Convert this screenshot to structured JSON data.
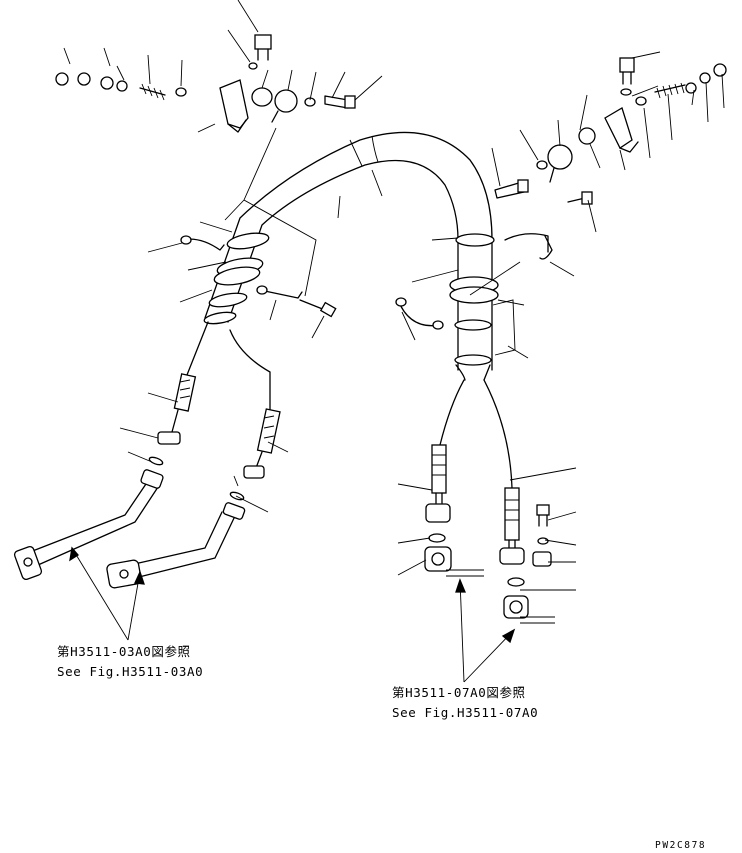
{
  "references": [
    {
      "jp": "第H3511-03A0図参照",
      "en": "See Fig.H3511-03A0"
    },
    {
      "jp": "第H3511-07A0図参照",
      "en": "See Fig.H3511-07A0"
    }
  ],
  "drawing_code": "PW2C878"
}
